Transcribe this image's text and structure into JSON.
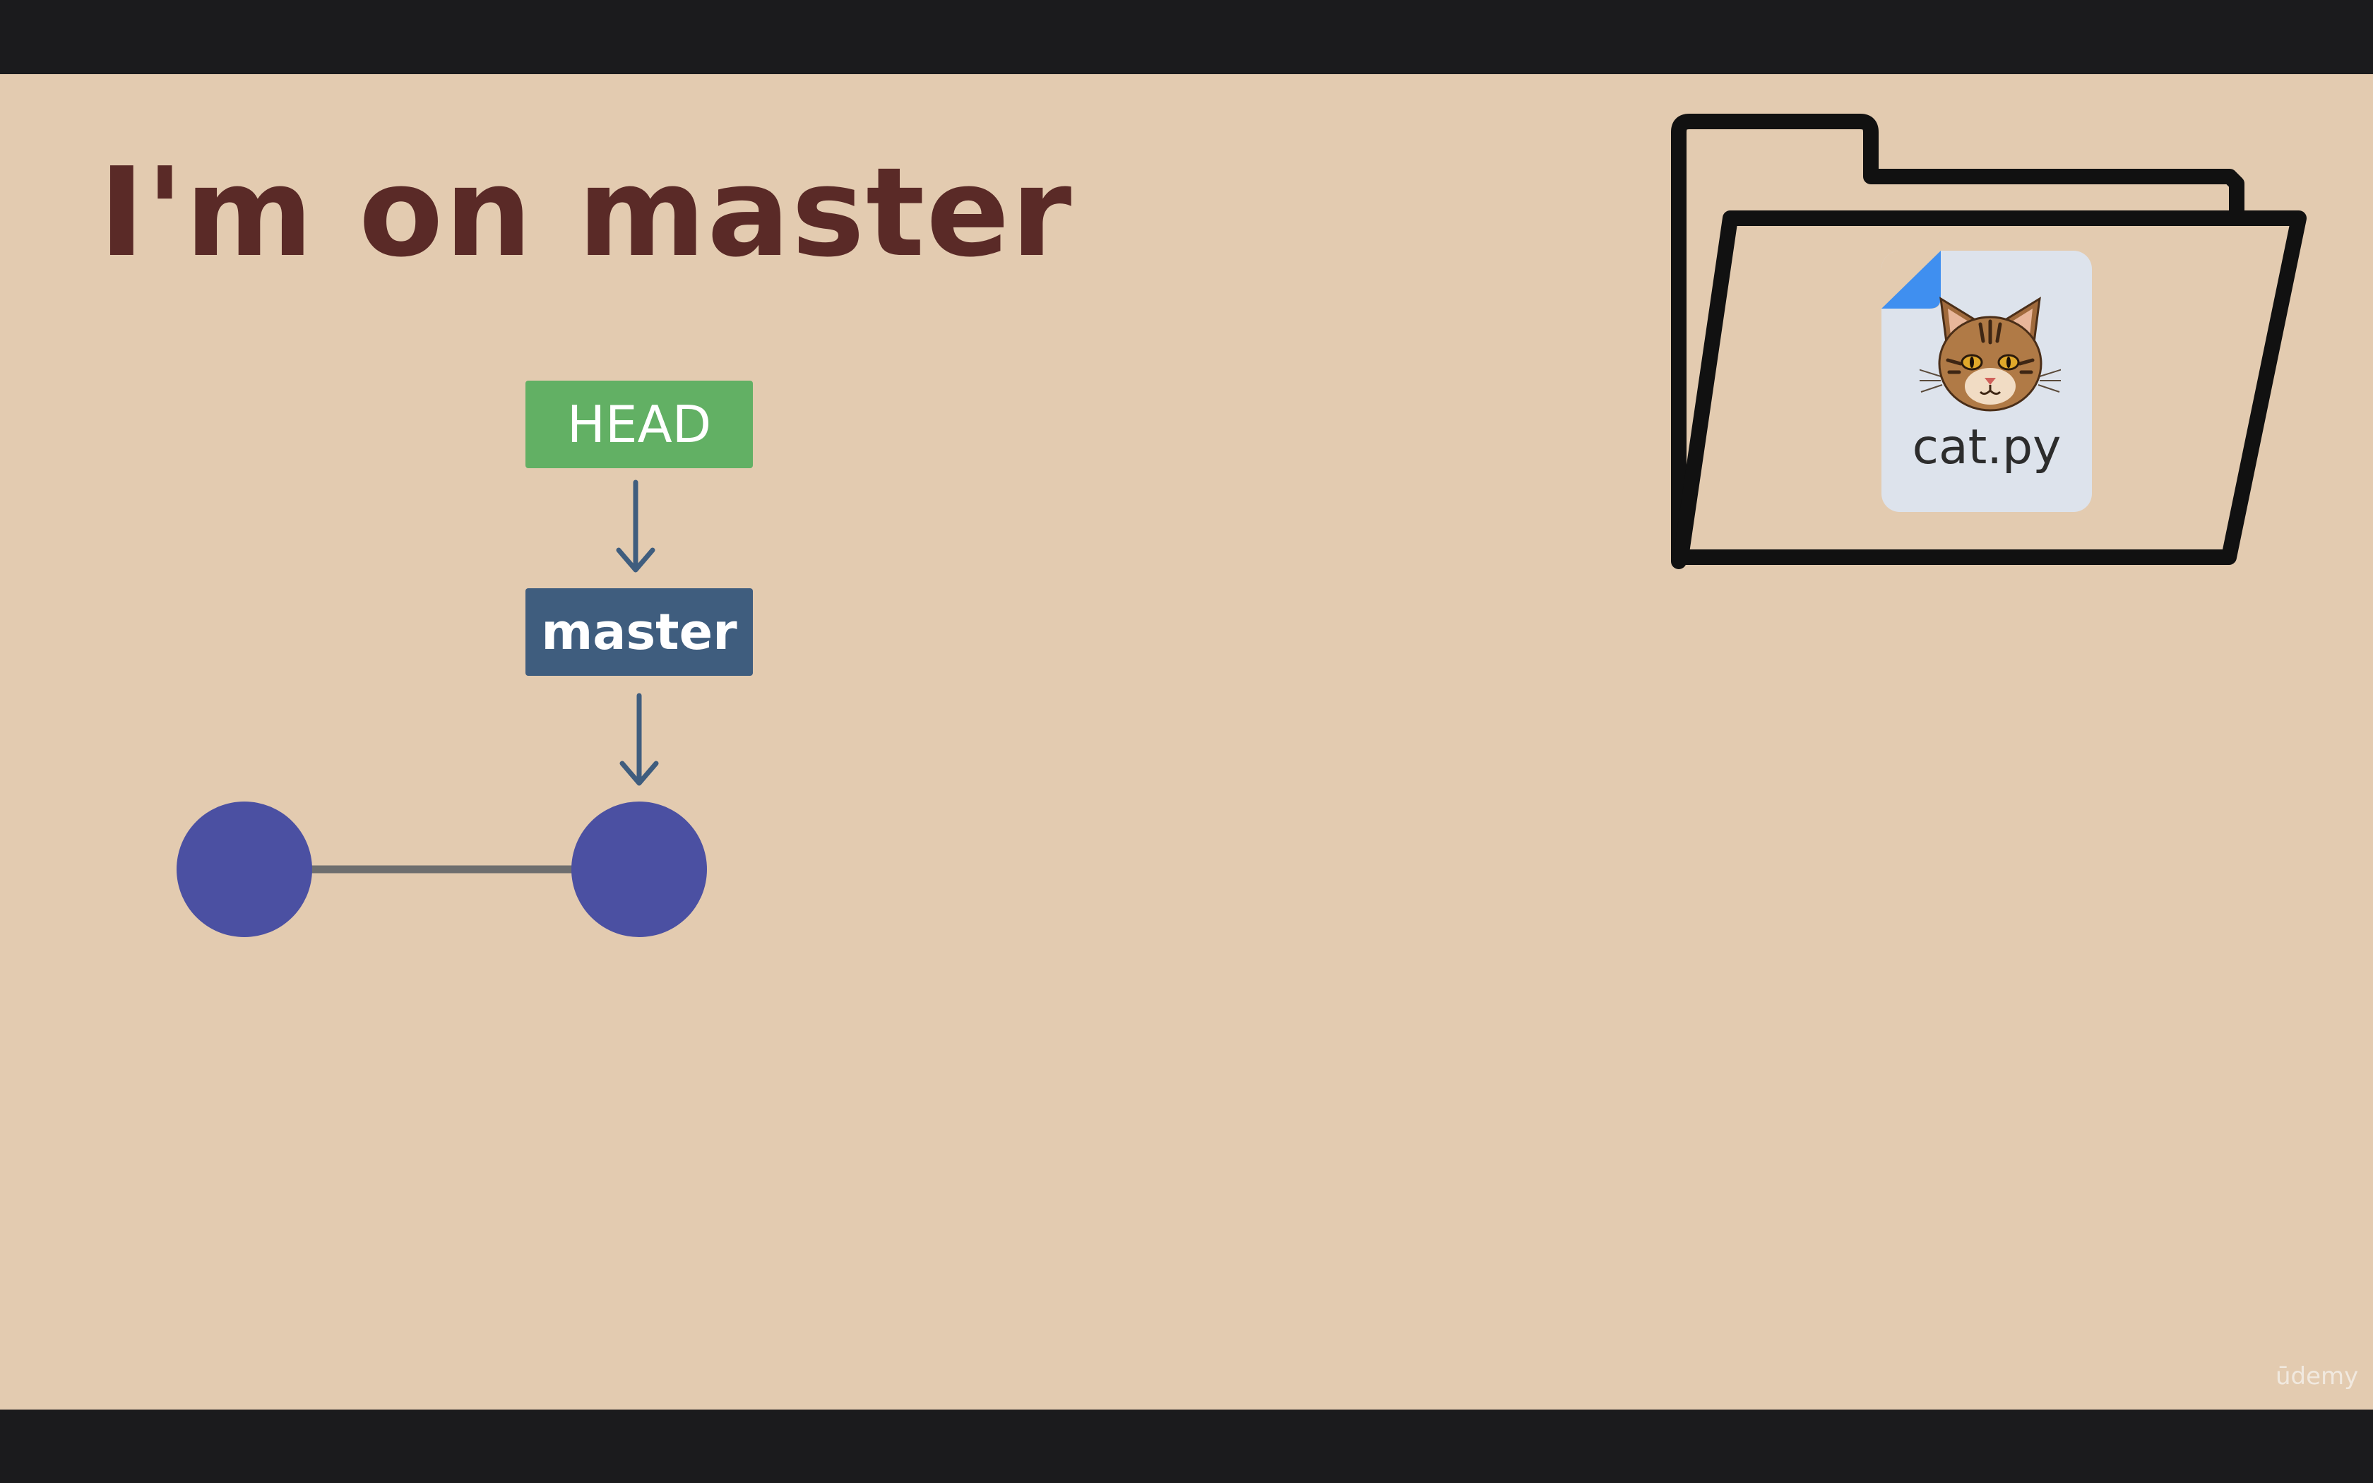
{
  "slide": {
    "title": "I'm on master",
    "background_color": "#e3cbb0",
    "letterbox_color": "#1b1b1d"
  },
  "diagram": {
    "head_label": "HEAD",
    "head_color": "#62b064",
    "branch_label": "master",
    "branch_color": "#3f5d7e",
    "arrow_color": "#3f5d7e",
    "commit_color": "#4b50a2",
    "connector_color": "#6e6e6e",
    "commit_count": 2
  },
  "folder": {
    "icon": "folder-icon",
    "file": {
      "name": "cat.py",
      "icon": "cat-icon",
      "corner_color": "#3f8ff0",
      "card_color": "#dde3ec"
    }
  },
  "watermark": {
    "text": "ūdemy"
  }
}
